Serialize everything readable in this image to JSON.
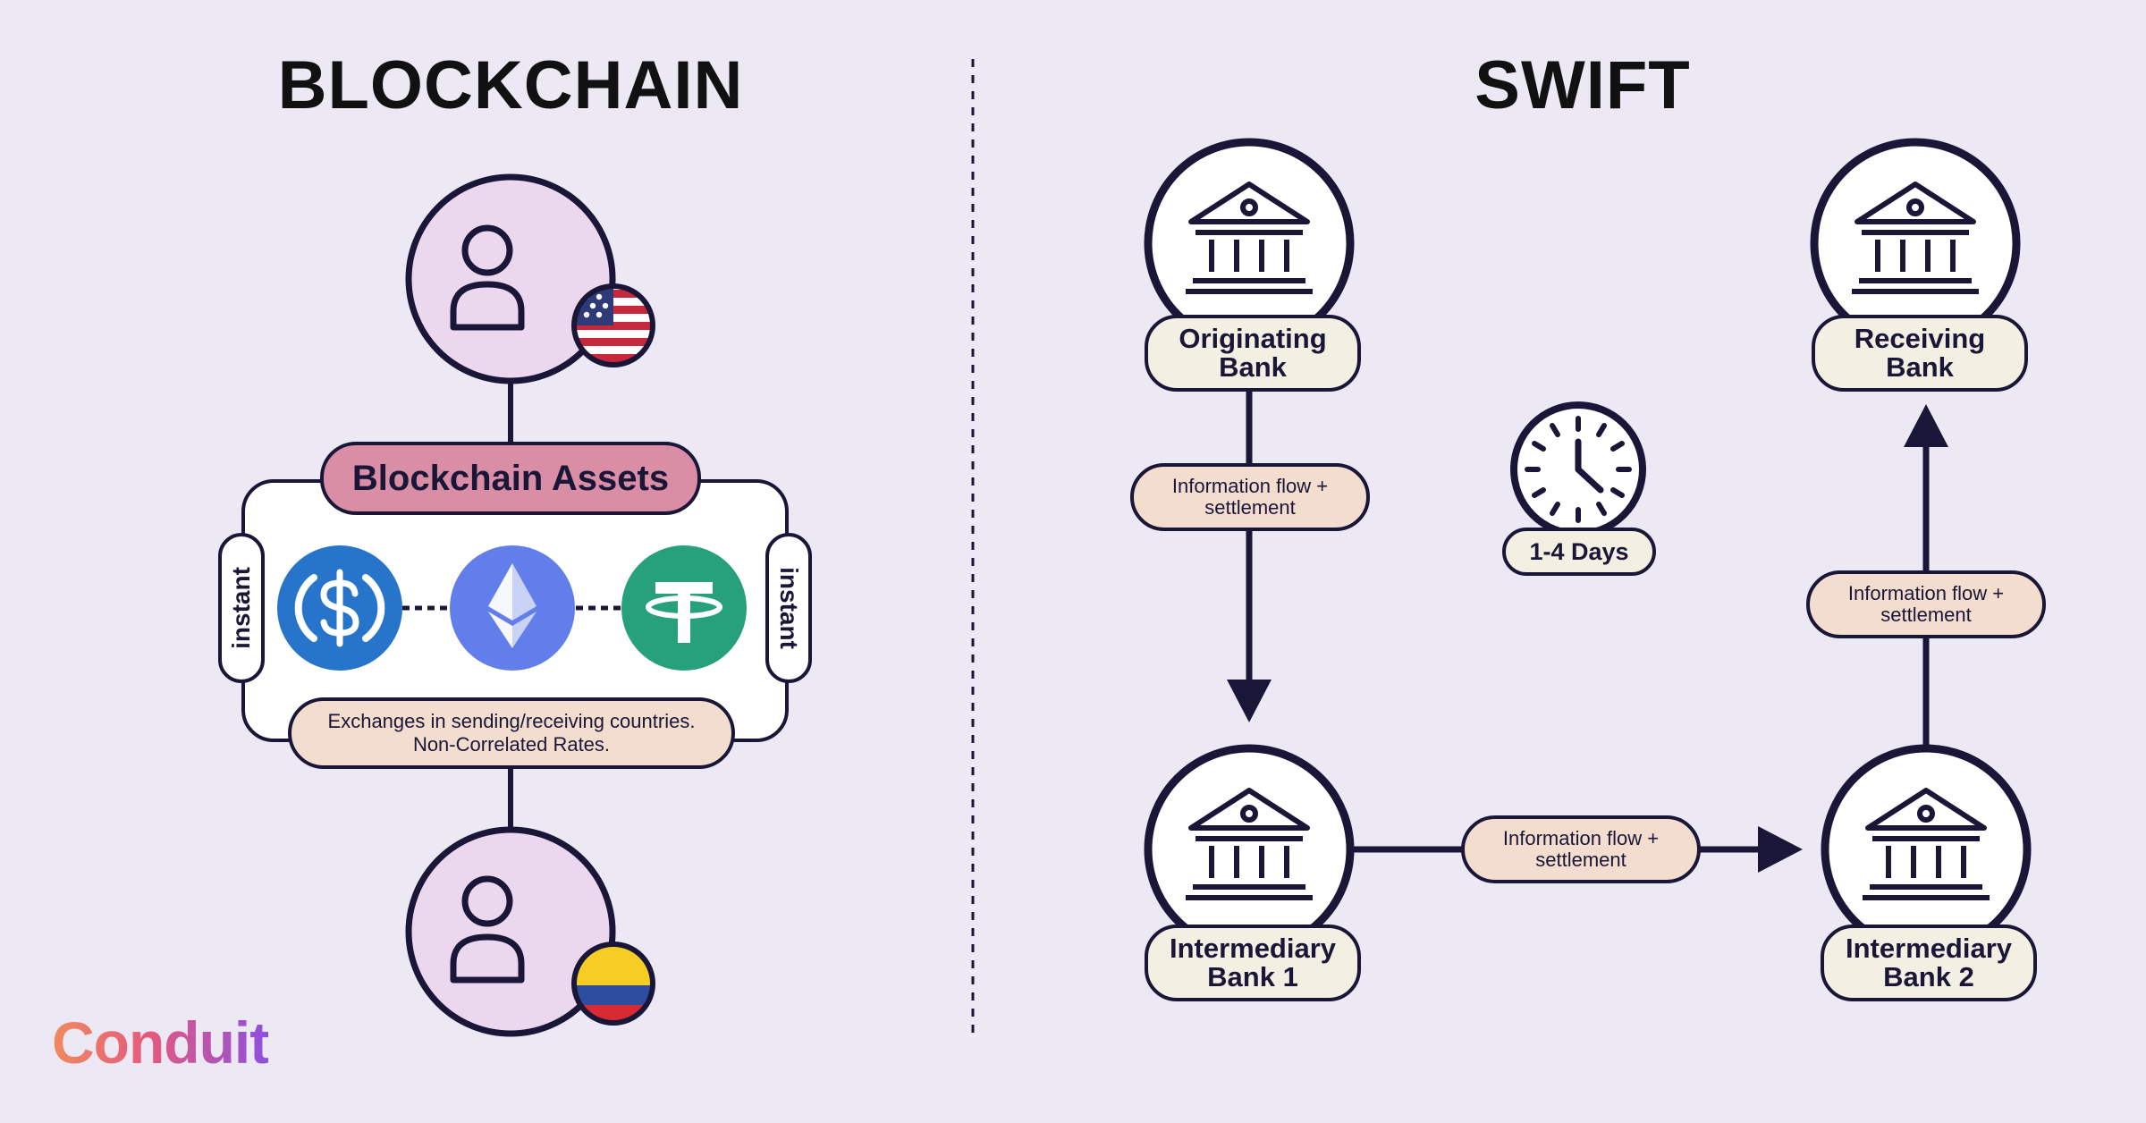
{
  "blockchain": {
    "title": "BLOCKCHAIN",
    "assets_label": "Blockchain Assets",
    "instant_left": "instant",
    "instant_right": "instant",
    "exchange_line1": "Exchanges in sending/receiving countries.",
    "exchange_line2": "Non-Correlated Rates.",
    "sender_flag": "us-flag-icon",
    "receiver_flag": "colombia-flag-icon",
    "assets": [
      "usdc-coin-icon",
      "ethereum-coin-icon",
      "tether-coin-icon"
    ],
    "colors": {
      "usdc": "#2775CA",
      "ethereum": "#627EEA",
      "tether": "#26A17B",
      "assets_pill": "#D98EA6"
    }
  },
  "swift": {
    "title": "SWIFT",
    "originating": {
      "line1": "Originating",
      "line2": "Bank"
    },
    "receiving": {
      "line1": "Receiving",
      "line2": "Bank"
    },
    "intermediary1": {
      "line1": "Intermediary",
      "line2": "Bank 1"
    },
    "intermediary2": {
      "line1": "Intermediary",
      "line2": "Bank 2"
    },
    "flow_label_line1": "Information flow +",
    "flow_label_line2": "settlement",
    "days": "1-4 Days"
  },
  "brand": {
    "logo": "Conduit"
  },
  "colors": {
    "background": "#ECE9F5",
    "ink": "#1A1638",
    "person_fill": "#ECD8EE",
    "peach": "#F3DDCF",
    "cream": "#F3EFE2"
  }
}
